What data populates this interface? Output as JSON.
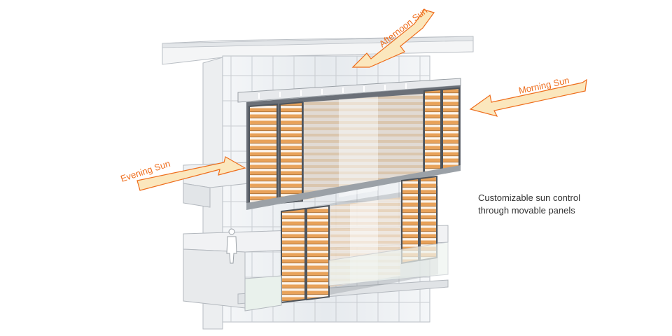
{
  "arrows": [
    {
      "id": "afternoon",
      "label": "Afternoon Sun"
    },
    {
      "id": "morning",
      "label": "Morning Sun"
    },
    {
      "id": "evening",
      "label": "Evening Sun"
    }
  ],
  "caption": {
    "line1": "Customizable sun control",
    "line2": "through movable panels"
  },
  "colors": {
    "arrow_fill": "#fbe7bd",
    "arrow_stroke": "#ee6d1c",
    "louver": "#e8a25a",
    "frame": "#555b62",
    "glass": "#eef1f4",
    "structure": "#c9cdd2"
  },
  "drawing": {
    "upper_left_panels": 2,
    "upper_right_panels": 2,
    "lower_left_panels": 2,
    "lower_right_panels": 2,
    "has_person_figure": true
  }
}
